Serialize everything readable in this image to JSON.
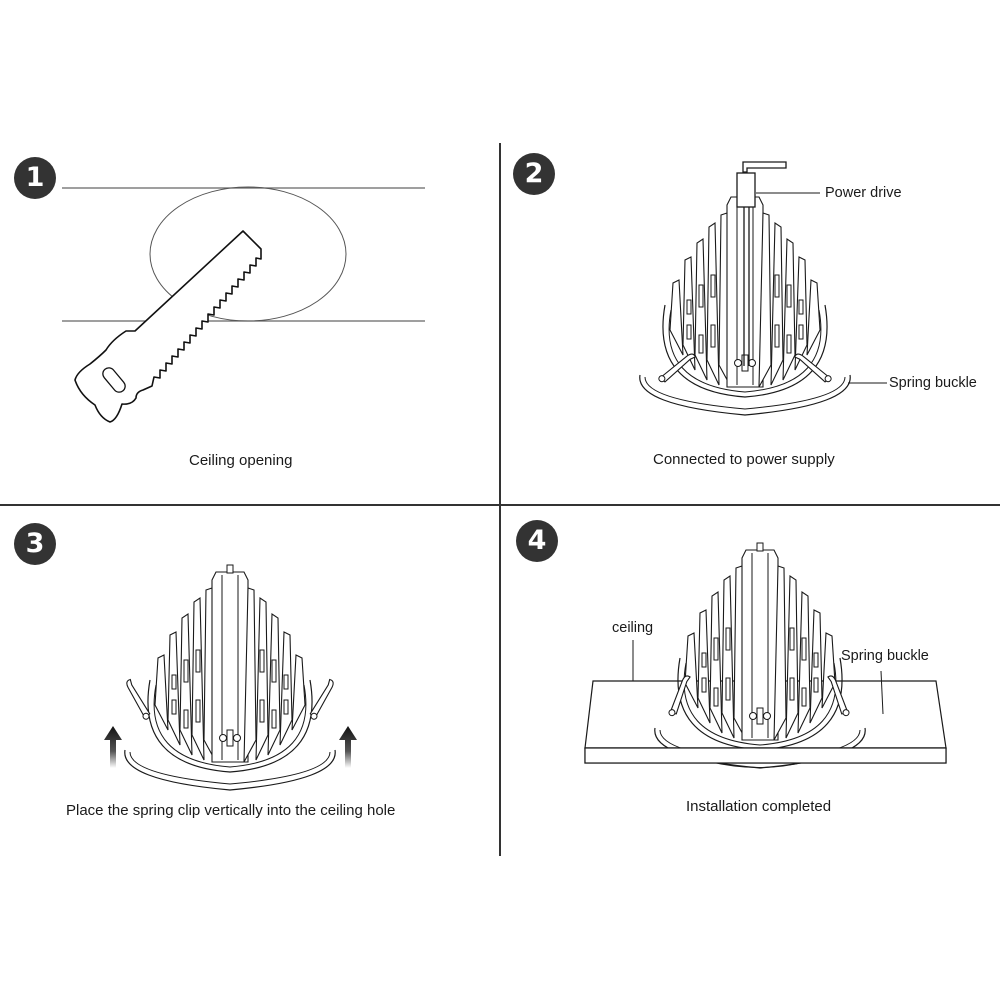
{
  "title": "Recessed downlight installation steps",
  "colors": {
    "badge": "#333333",
    "line": "#1a1a1a",
    "background": "#ffffff"
  },
  "steps": [
    {
      "number": "1",
      "caption": "Ceiling opening",
      "icon": "saw-icon"
    },
    {
      "number": "2",
      "caption": "Connected to power supply",
      "labels": {
        "power_drive": "Power drive",
        "spring_buckle": "Spring buckle"
      }
    },
    {
      "number": "3",
      "caption": "Place the spring clip vertically into the ceiling hole",
      "icon": "up-arrow-icon"
    },
    {
      "number": "4",
      "caption": "Installation completed",
      "labels": {
        "ceiling": "ceiling",
        "spring_buckle": "Spring buckle"
      }
    }
  ]
}
